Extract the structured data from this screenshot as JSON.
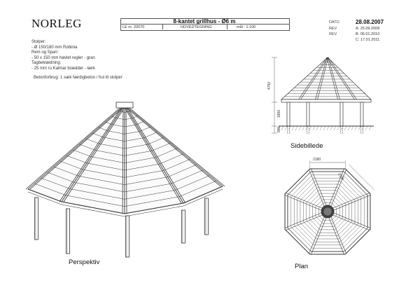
{
  "brand": "NORLEG",
  "title_block": {
    "title": "8-kantet grillhus - Ø6 m",
    "le_no": "LE nr. 20070",
    "drawing_type": "HOVEDTEGNING",
    "scale": "mål : 1:100"
  },
  "meta": {
    "date_label": "DATO",
    "date_value": "28.08.2007",
    "rev_label_1": "REV",
    "rev_value_1": "A: 25.09.2008",
    "rev_label_2": "REV",
    "rev_value_2": "B: 06.01.2010",
    "rev_value_3": "C: 17.01.2011"
  },
  "specs": [
    "Stolper:",
    "- Ø 150/180 mm Robinia",
    "Rem og Sparr:",
    "- 50 x 150 mm høvlet regler - gran",
    "Tagbeklædning:",
    "- 25 mm ru Kalmar brædder - lærk",
    "Betonforbrug: 1 sæk færdigbeton / hul til stolper"
  ],
  "views": {
    "perspective": "Perspektiv",
    "side": "Sidebillede",
    "plan": "Plan"
  },
  "dimensions": {
    "side_total": "4750",
    "side_post": "1800",
    "side_ground": "800",
    "plan_top": "2180",
    "plan_diag": "2180"
  }
}
